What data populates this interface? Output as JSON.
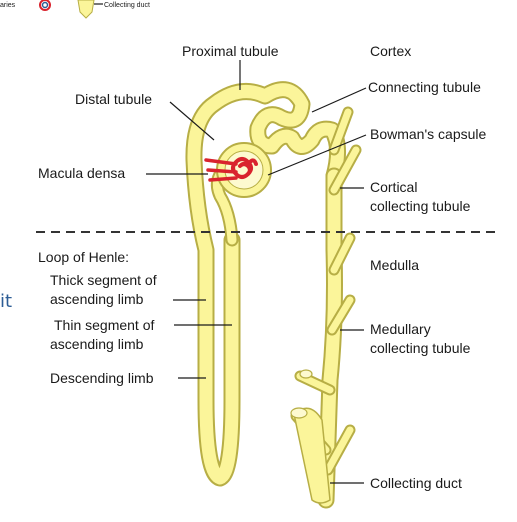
{
  "thumbnail": {
    "partial_label_left": "aries",
    "collecting_duct_label": "Collecting duct"
  },
  "side_text": "it",
  "labels": {
    "proximal_tubule": "Proximal tubule",
    "cortex": "Cortex",
    "distal_tubule": "Distal tubule",
    "connecting_tubule": "Connecting tubule",
    "bowmans_capsule": "Bowman's capsule",
    "macula_densa": "Macula densa",
    "cortical_collecting_line1": "Cortical",
    "cortical_collecting_line2": "collecting tubule",
    "loop_of_henle": "Loop of Henle:",
    "thick_segment_line1": "Thick segment of",
    "thick_segment_line2": "ascending limb",
    "medulla": "Medulla",
    "thin_segment_line1": "Thin segment of",
    "thin_segment_line2": "ascending limb",
    "medullary_collecting_line1": "Medullary",
    "medullary_collecting_line2": "collecting tubule",
    "descending_limb": "Descending limb",
    "collecting_duct": "Collecting duct"
  },
  "colors": {
    "tubule_fill": "#fbf59a",
    "tubule_outline": "#b7ae45",
    "glomerulus": "#d9232e",
    "side_text": "#2d5d95",
    "divider": "#333333"
  }
}
